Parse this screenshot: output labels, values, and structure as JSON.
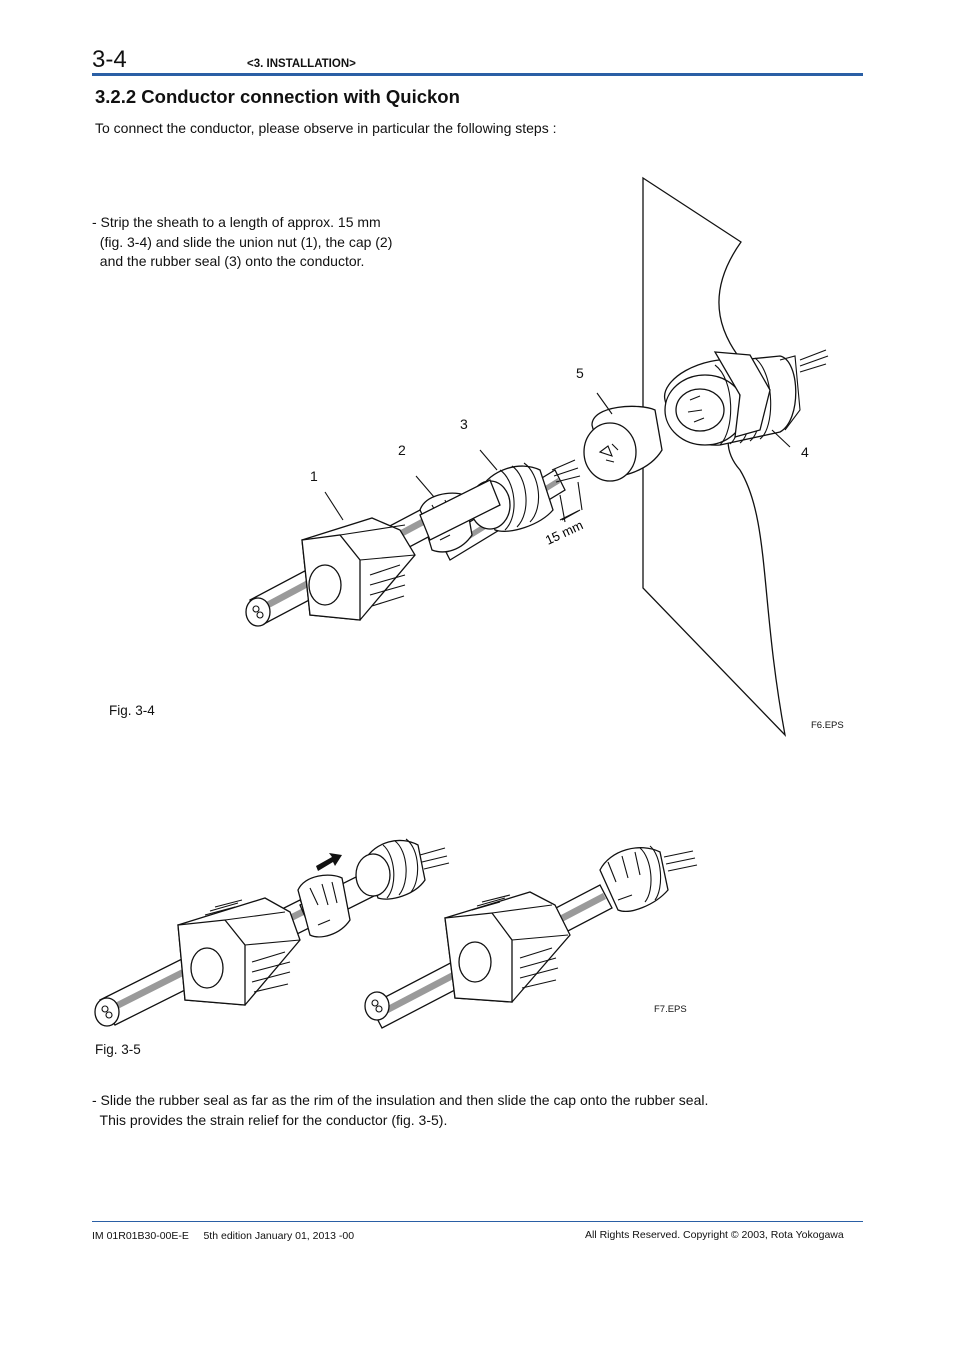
{
  "header": {
    "page_number": "3-4",
    "section": "<3. INSTALLATION>"
  },
  "title": "3.2.2  Conductor connection with Quickon",
  "intro": "To connect the conductor, please observe in particular the following steps :",
  "step1": {
    "line1": "- Strip the sheath to a length of approx. 15 mm",
    "line2": "  (fig. 3-4) and slide the union nut (1), the cap (2)",
    "line3": "  and the rubber seal (3) onto the conductor."
  },
  "figure1": {
    "label": "Fig. 3-4",
    "eps": "F6.EPS",
    "callouts": {
      "c1": "1",
      "c2": "2",
      "c3": "3",
      "c4": "4",
      "c5": "5"
    },
    "dimension": "15 mm"
  },
  "figure2": {
    "label": "Fig. 3-5",
    "eps": "F7.EPS"
  },
  "step2": {
    "line1": "- Slide the rubber seal as far as the rim of the insulation and then slide the cap onto the rubber seal.",
    "line2": "  This provides the strain relief for the conductor (fig. 3-5)."
  },
  "footer": {
    "doc_id": "IM 01R01B30-00E-E     5th edition January 01, 2013 -00",
    "copyright": "All Rights Reserved. Copyright © 2003, Rota Yokogawa"
  },
  "colors": {
    "accent": "#2a5fa5"
  }
}
